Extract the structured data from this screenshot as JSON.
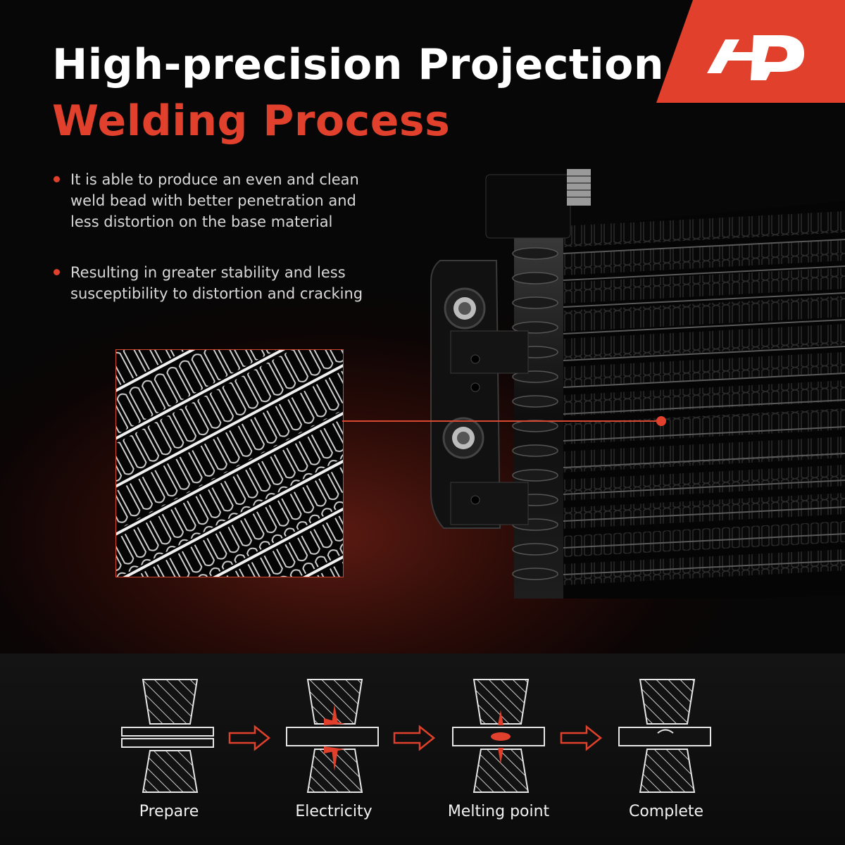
{
  "brand": {
    "accent": "#e0402c",
    "logo": "a-premium-logo"
  },
  "title": {
    "line1": "High-precision Projection",
    "line2": "Welding Process"
  },
  "bullets": [
    "It is able to produce an even and clean weld bead with better penetration and less distortion on the base material",
    "Resulting in greater stability and less susceptibility to distortion and cracking"
  ],
  "steps": [
    {
      "label": "Prepare",
      "icon": "prepare-diagram-icon"
    },
    {
      "label": "Electricity",
      "icon": "electricity-diagram-icon"
    },
    {
      "label": "Melting point",
      "icon": "melting-point-diagram-icon"
    },
    {
      "label": "Complete",
      "icon": "complete-diagram-icon"
    }
  ]
}
